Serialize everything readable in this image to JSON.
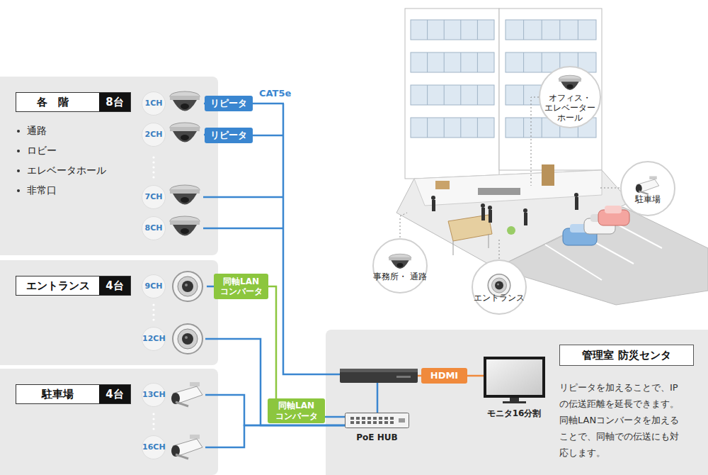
{
  "diagram": {
    "nodes": [
      {
        "text": [
          "各階",
          "8台",
          "通路",
          "ロビー",
          "エレベータホール",
          "非常口"
        ]
      },
      {
        "text": [
          "1CH"
        ],
        "in": 0
      },
      {
        "text": [
          "2CH"
        ],
        "in": 0
      },
      {
        "text": [
          "7CH"
        ],
        "in": 0
      },
      {
        "text": [
          "8CH"
        ],
        "in": 0
      },
      {
        "text": [
          "リピータ"
        ]
      },
      {
        "text": [
          "リピータ"
        ]
      },
      {
        "text": [
          "エントランス",
          "4台"
        ]
      },
      {
        "text": [
          "9CH"
        ],
        "in": 7
      },
      {
        "text": [
          "12CH"
        ],
        "in": 7
      },
      {
        "text": [
          "同軸LAN コンバータ"
        ]
      },
      {
        "text": [
          "駐車場",
          "4台"
        ]
      },
      {
        "text": [
          "13CH"
        ],
        "in": 11
      },
      {
        "text": [
          "16CH"
        ],
        "in": 11
      },
      {
        "text": [
          "同軸LAN コンバータ"
        ]
      },
      {
        "text": [
          "オフィス・ エレベーター ホール"
        ]
      },
      {
        "text": [
          "駐車場"
        ]
      },
      {
        "text": [
          "事務所・ 通路"
        ]
      },
      {
        "text": [
          "エントランス"
        ]
      },
      {
        "text": [
          "リピータを加えることで、IP の伝送距離を延長できます。 同軸LANコンバータを加える ことで、同軸での伝送にも対 応します。"
        ]
      },
      {
        "text": [
          "管理室 防災センタ"
        ],
        "in": 19
      },
      {
        "text": [
          "HDMI"
        ],
        "in": 19
      },
      {
        "text": [
          "モニタ16分割"
        ],
        "in": 19
      },
      {
        "text": [
          "PoE HUB"
        ],
        "in": 19
      }
    ],
    "edges": [
      {
        "from": 1,
        "to": 5,
        "arrow": "none"
      },
      {
        "from": 2,
        "to": 6,
        "arrow": "none"
      },
      {
        "from": 8,
        "to": 10,
        "arrow": "none"
      },
      {
        "from": 10,
        "to": 14,
        "arrow": "none"
      },
      {
        "from": 14,
        "to": 23,
        "arrow": "none"
      },
      {
        "from": 9,
        "to": 23,
        "arrow": "none"
      },
      {
        "from": 12,
        "to": 23,
        "arrow": "none"
      },
      {
        "from": 13,
        "to": 23,
        "arrow": "none"
      },
      {
        "from": 21,
        "to": 22,
        "arrow": "none"
      }
    ],
    "labels": [
      "CAT5e"
    ]
  }
}
